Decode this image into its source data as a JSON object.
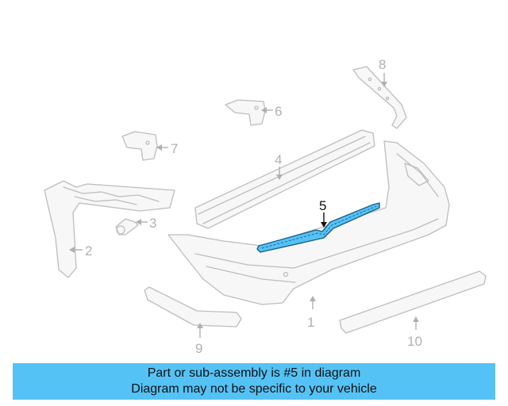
{
  "diagram": {
    "highlighted_part": "5",
    "highlight_color": "#55c2f5",
    "part_labels": [
      "1",
      "2",
      "3",
      "4",
      "5",
      "6",
      "7",
      "8",
      "9",
      "10"
    ]
  },
  "banner": {
    "line1": "Part or sub-assembly is #5 in diagram",
    "line2": "Diagram may not be specific to your vehicle",
    "background": "#55c2f5"
  }
}
